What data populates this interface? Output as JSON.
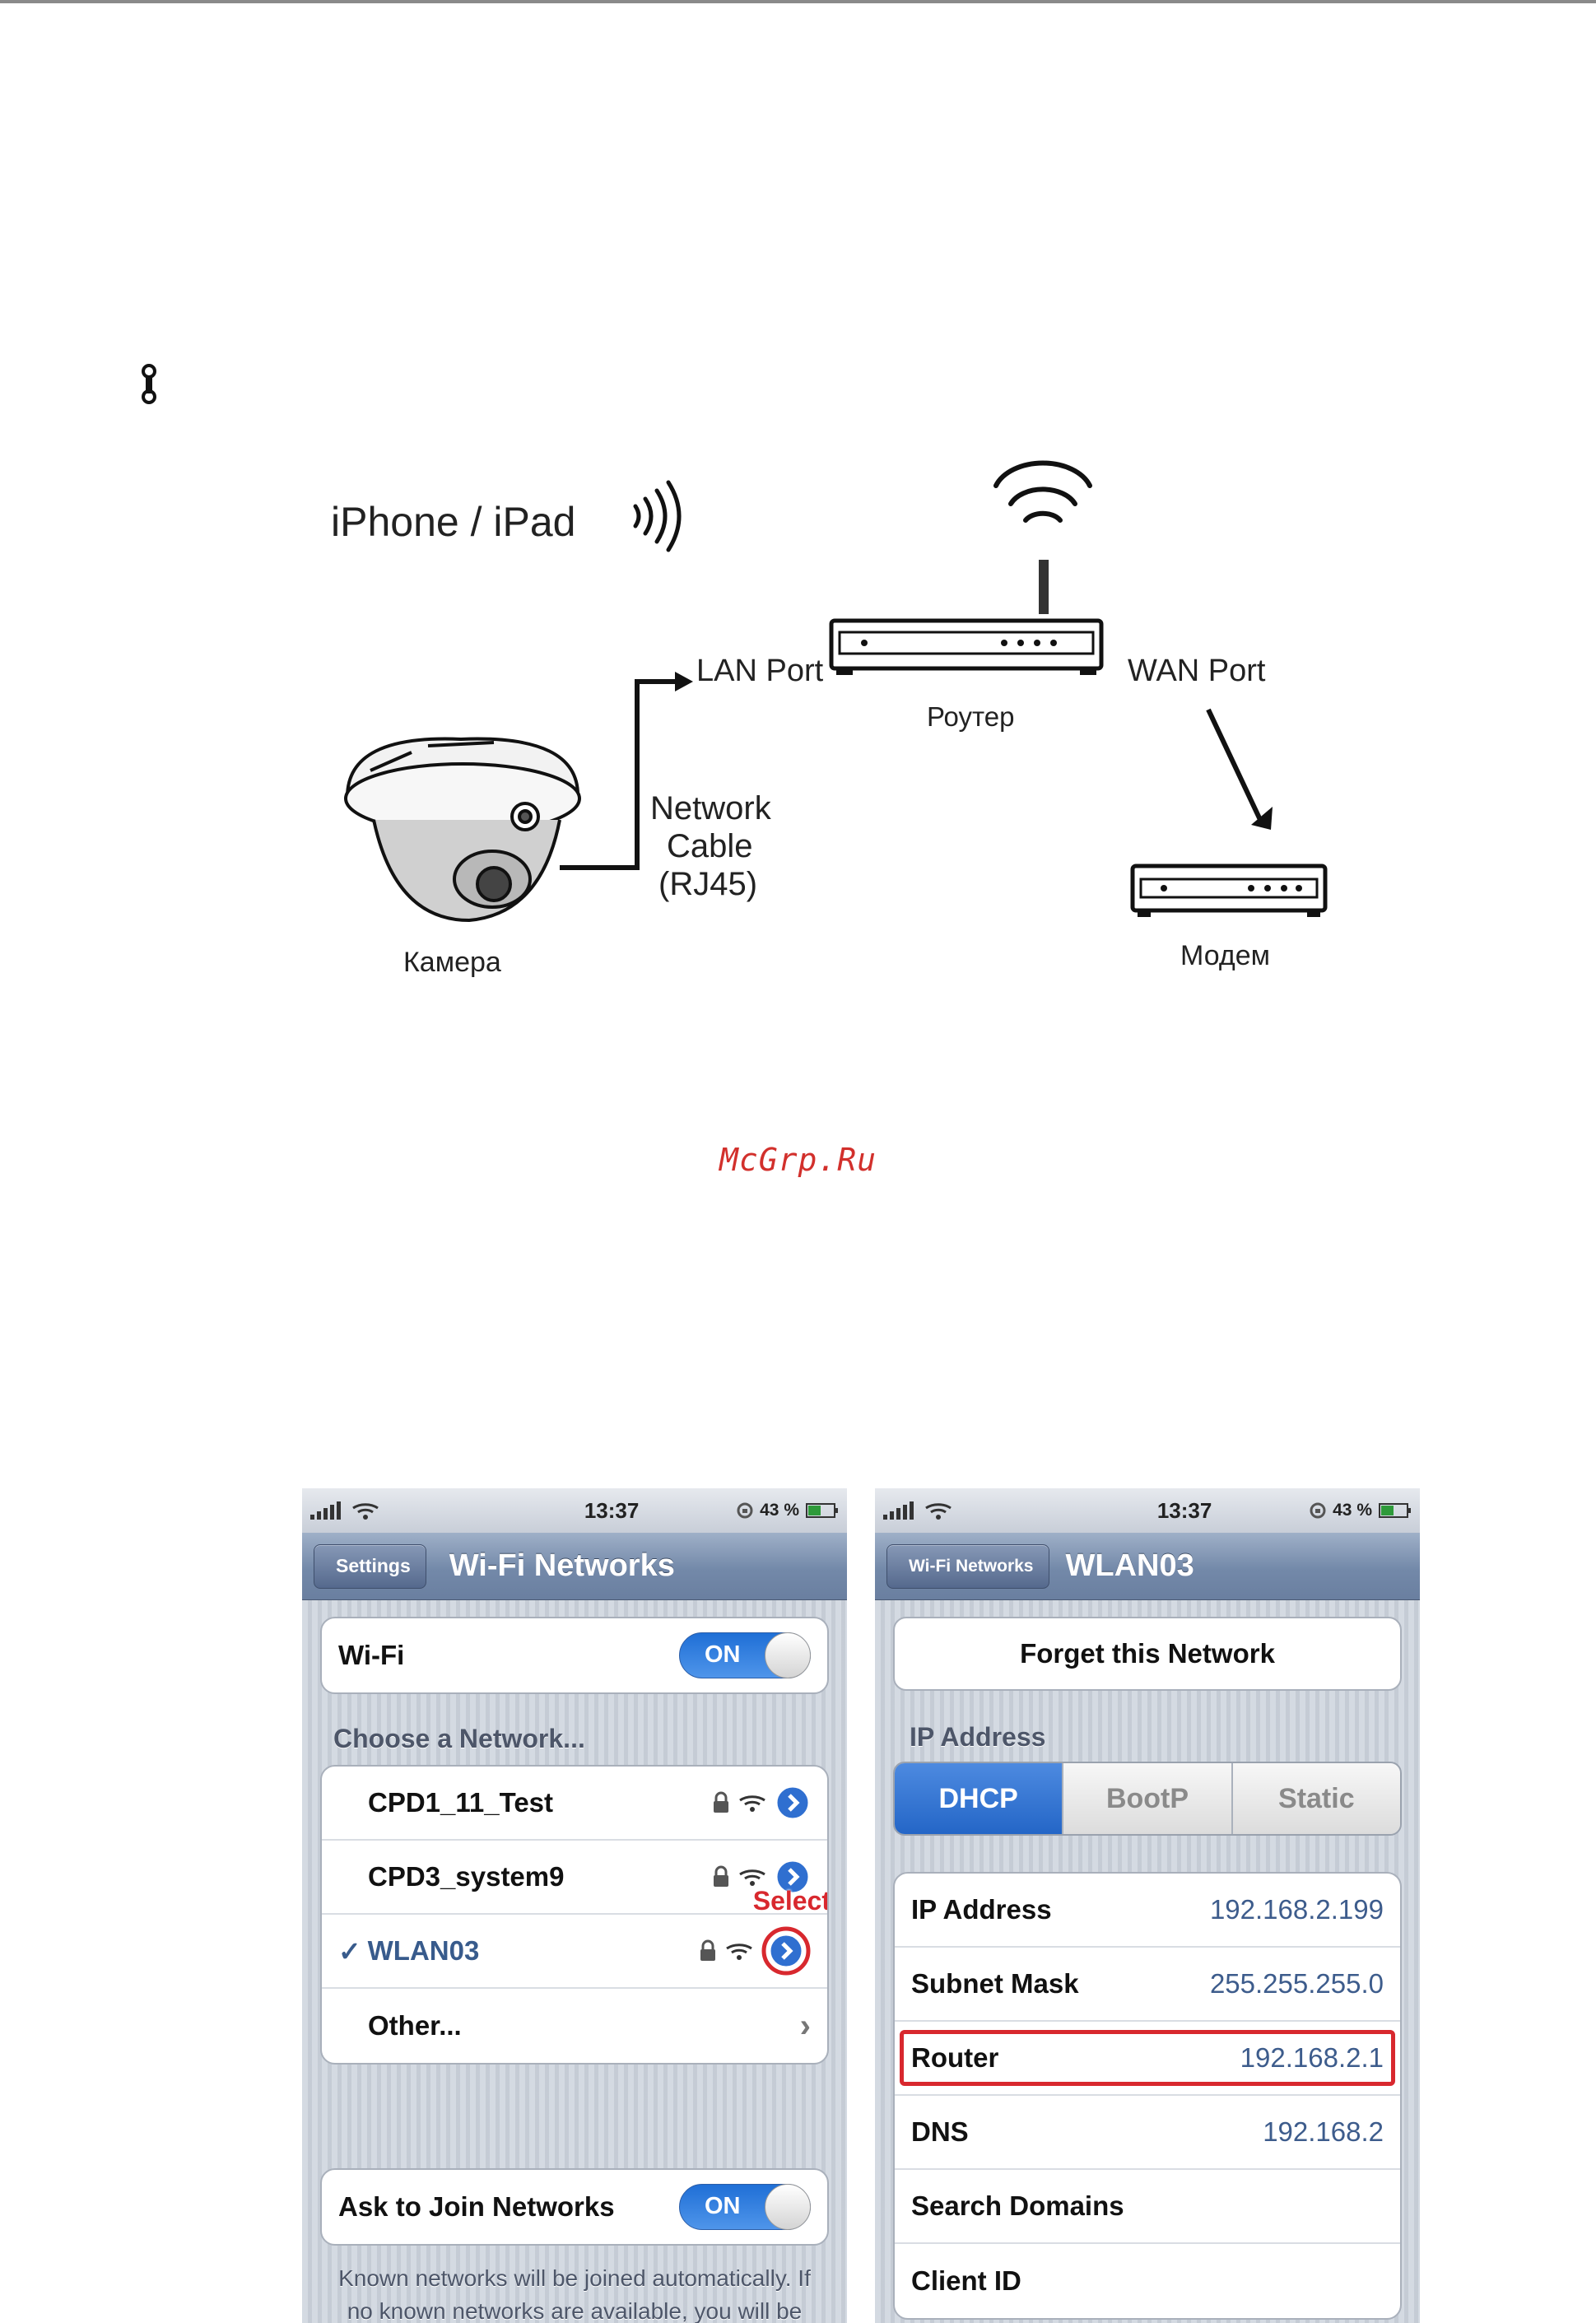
{
  "diagram": {
    "phone_label": "iPhone / iPad",
    "lan_port": "LAN Port",
    "wan_port": "WAN Port",
    "router_label": "Роутер",
    "cable_line1": "Network",
    "cable_line2": "Cable",
    "cable_line3": "(RJ45)",
    "camera_label": "Камера",
    "modem_label": "Модем"
  },
  "watermark": "McGrp.Ru",
  "phone_left": {
    "status": {
      "time": "13:37",
      "battery": "43 %"
    },
    "nav": {
      "back": "Settings",
      "title": "Wi-Fi Networks"
    },
    "wifi_row": {
      "label": "Wi-Fi",
      "toggle": "ON"
    },
    "choose_label": "Choose a Network...",
    "networks": [
      {
        "name": "CPD1_11_Test"
      },
      {
        "name": "CPD3_system9"
      },
      {
        "check": "✓",
        "name": "WLAN03"
      },
      {
        "name": "Other..."
      }
    ],
    "select_callout": "Select",
    "ask_row": {
      "label": "Ask to Join Networks",
      "toggle": "ON"
    },
    "footer": "Known networks will be joined automatically. If no known networks are available, you will be asked before joining a new network."
  },
  "phone_right": {
    "status": {
      "time": "13:37",
      "battery": "43 %"
    },
    "nav": {
      "back": "Wi-Fi Networks",
      "title": "WLAN03"
    },
    "forget": "Forget this Network",
    "ip_section": "IP Address",
    "segments": [
      "DHCP",
      "BootP",
      "Static"
    ],
    "rows": [
      {
        "label": "IP Address",
        "value": "192.168.2.199"
      },
      {
        "label": "Subnet Mask",
        "value": "255.255.255.0"
      },
      {
        "label": "Router",
        "value": "192.168.2.1"
      },
      {
        "label": "DNS",
        "value": "192.168.2"
      },
      {
        "label": "Search Domains",
        "value": ""
      },
      {
        "label": "Client ID",
        "value": ""
      }
    ]
  },
  "colors": {
    "accent_blue": "#2466c7",
    "highlight_red": "#d8282e",
    "watermark_red": "#d2302c"
  }
}
